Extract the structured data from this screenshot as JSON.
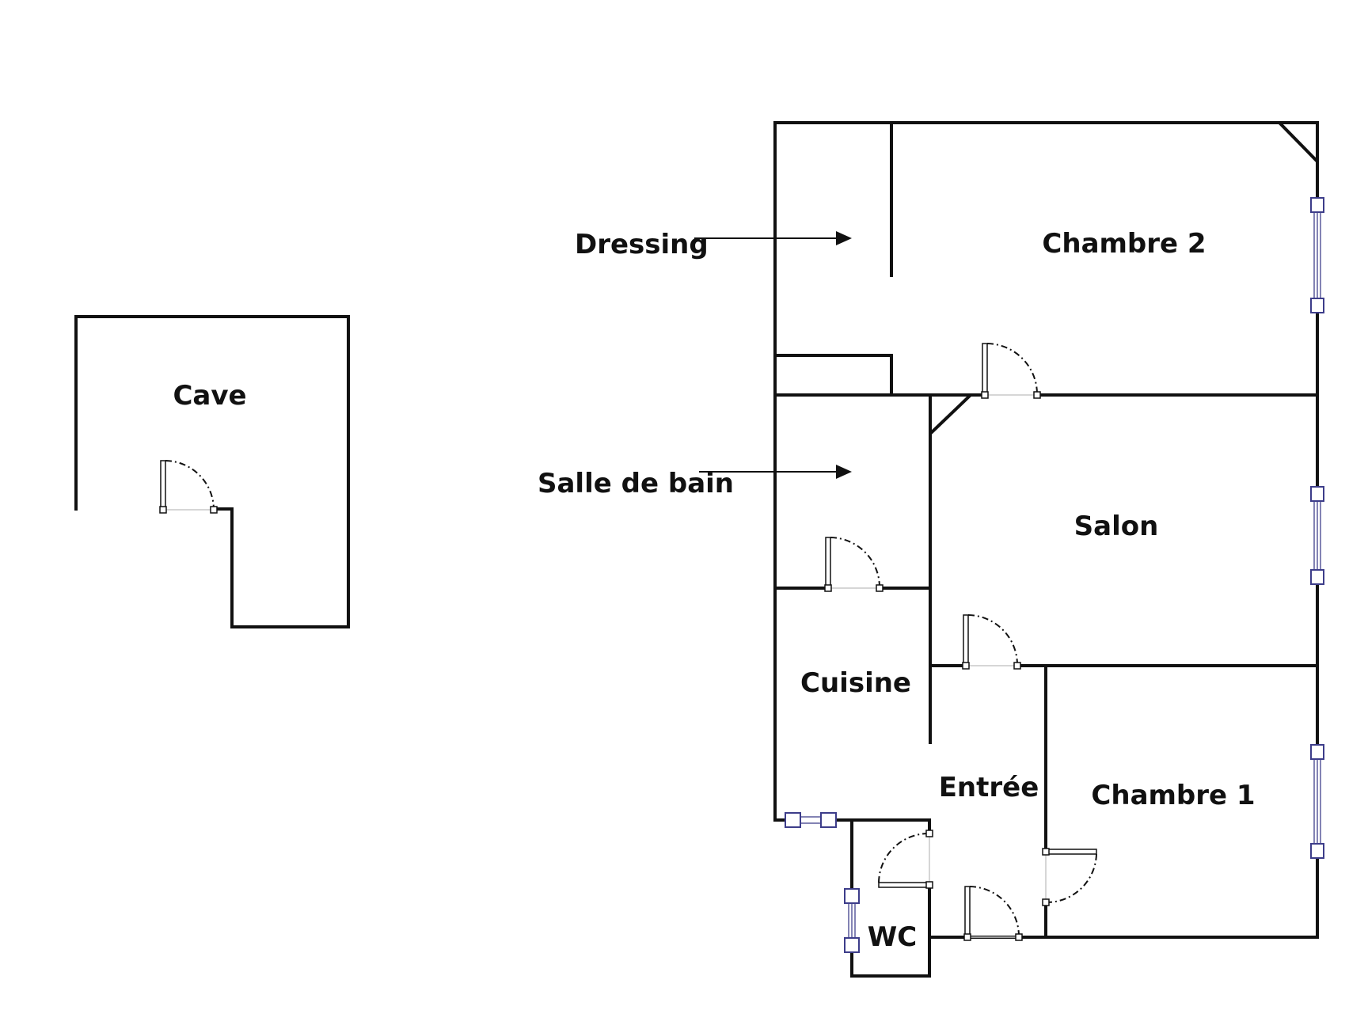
{
  "plan": {
    "rooms": {
      "cave": "Cave",
      "dressing": "Dressing",
      "chambre_2": "Chambre 2",
      "salle_de_bain": "Salle de bain",
      "salon": "Salon",
      "cuisine": "Cuisine",
      "entree": "Entrée",
      "chambre_1": "Chambre 1",
      "wc": "WC"
    },
    "colors": {
      "walls": "#111111",
      "windows": "#3d3d8a",
      "background": "#ffffff"
    }
  }
}
